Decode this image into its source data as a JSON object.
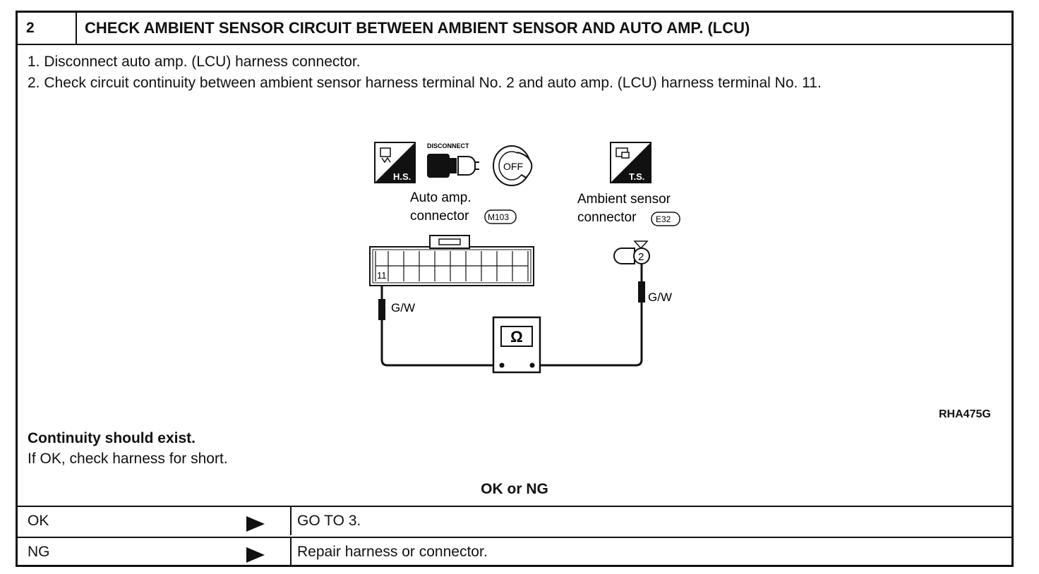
{
  "step": {
    "number": "2",
    "title": "CHECK AMBIENT SENSOR CIRCUIT BETWEEN AMBIENT SENSOR AND AUTO AMP. (LCU)"
  },
  "instructions": [
    "1. Disconnect auto amp. (LCU) harness connector.",
    "2. Check circuit continuity between ambient sensor harness terminal No. 2 and auto amp. (LCU) harness terminal No. 11."
  ],
  "diagram": {
    "icons": {
      "harness_side": "H.S.",
      "disconnect": "DISCONNECT",
      "ignition_off": "OFF",
      "terminal_side": "T.S."
    },
    "auto_amp": {
      "label_line1": "Auto amp.",
      "label_line2": "connector",
      "connector_id": "M103",
      "terminal": "11",
      "wire_color": "G/W"
    },
    "ambient_sensor": {
      "label_line1": "Ambient sensor",
      "label_line2": "connector",
      "connector_id": "E32",
      "terminal": "2",
      "wire_color": "G/W"
    },
    "meter_symbol": "Ω",
    "reference": "RHA475G"
  },
  "result": {
    "expected": "Continuity should exist.",
    "note": "If OK, check harness for short."
  },
  "decision": {
    "label": "OK or NG",
    "rows": [
      {
        "code": "OK",
        "action": "GO TO 3."
      },
      {
        "code": "NG",
        "action": "Repair harness or connector."
      }
    ]
  },
  "colors": {
    "ink": "#111111",
    "paper": "#ffffff"
  }
}
